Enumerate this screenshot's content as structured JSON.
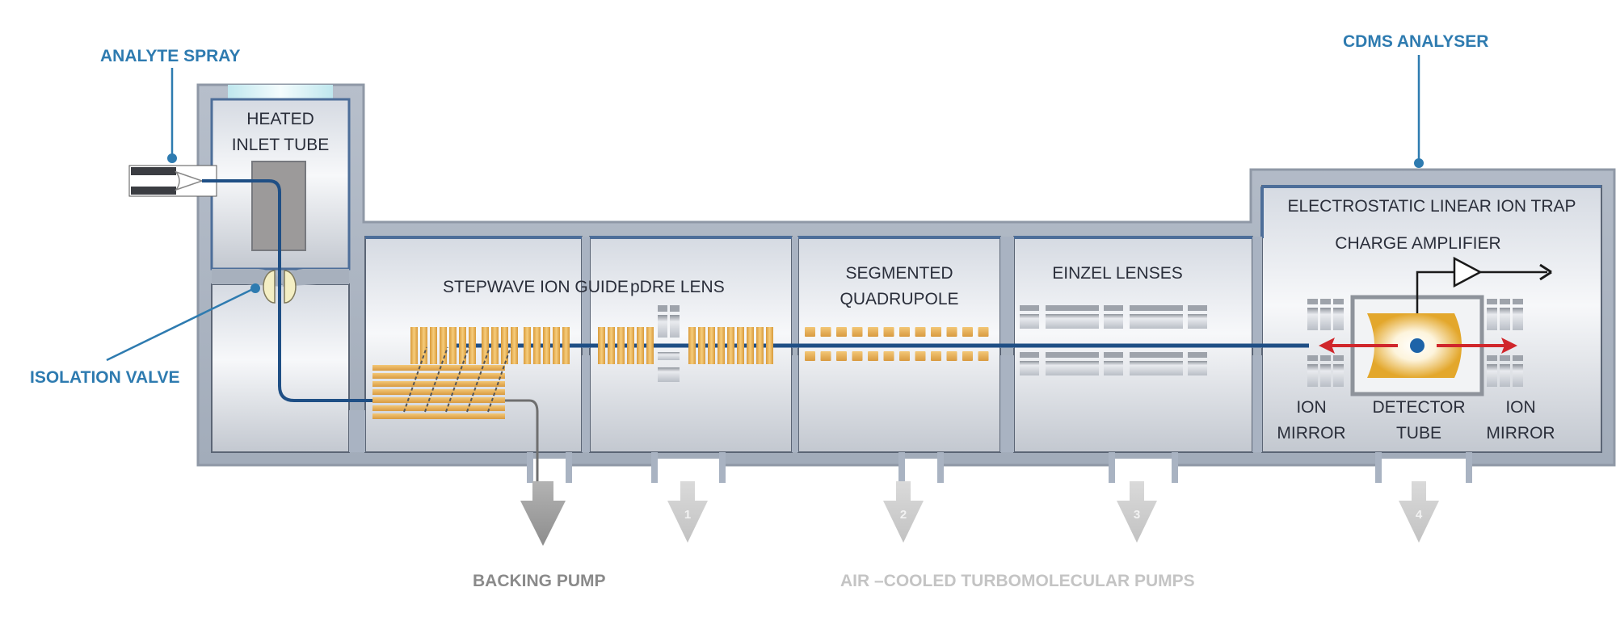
{
  "title": "CDMS instrument schematic",
  "colors": {
    "callout_blue": "#2e7bb0",
    "ion_path": "#1f4f85",
    "chamber_wall": "#a9b3c2",
    "chamber_fill": "#e4e7ec",
    "electrode_gold": "#e9b45a",
    "trap_red": "#d0262b",
    "pump_arrow_dark": "#9e9e9e",
    "pump_arrow_light": "#c9c9c9",
    "heated_window": "#cdeef3"
  },
  "callouts": {
    "analyte_spray": "ANALYTE SPRAY",
    "isolation_valve": "ISOLATION VALVE",
    "cdms_analyser": "CDMS ANALYSER"
  },
  "components": {
    "heated_inlet_line1": "HEATED",
    "heated_inlet_line2": "INLET TUBE",
    "stepwave": "STEPWAVE ION GUIDE",
    "pdre": "pDRE LENS",
    "segmented_line1": "SEGMENTED",
    "segmented_line2": "QUADRUPOLE",
    "einzel": "EINZEL LENSES",
    "elit": "ELECTROSTATIC LINEAR ION TRAP",
    "charge_amp": "CHARGE AMPLIFIER",
    "ion_mirror_left_line1": "ION",
    "ion_mirror_left_line2": "MIRROR",
    "detector_line1": "DETECTOR",
    "detector_line2": "TUBE",
    "ion_mirror_right_line1": "ION",
    "ion_mirror_right_line2": "MIRROR"
  },
  "pumps": {
    "backing_label": "BACKING PUMP",
    "turbo_label": "AIR –COOLED TURBOMOLECULAR PUMPS",
    "turbo_numbers": [
      "1",
      "2",
      "3",
      "4"
    ]
  }
}
